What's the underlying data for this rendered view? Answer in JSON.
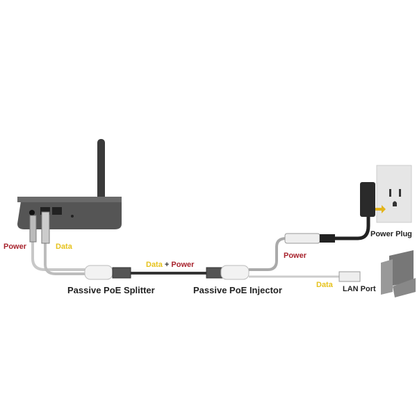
{
  "colors": {
    "power": "#a8242e",
    "data": "#e6c21c",
    "label": "#222222"
  },
  "labels": {
    "router_power": "Power",
    "router_data": "Data",
    "combined": "Data",
    "combined_plus": "+",
    "combined_power": "Power",
    "splitter": "Passive PoE Splitter",
    "injector": "Passive PoE Injector",
    "injector_power": "Power",
    "injector_data": "Data",
    "lan_port": "LAN Port",
    "power_plug": "Power Plug"
  }
}
